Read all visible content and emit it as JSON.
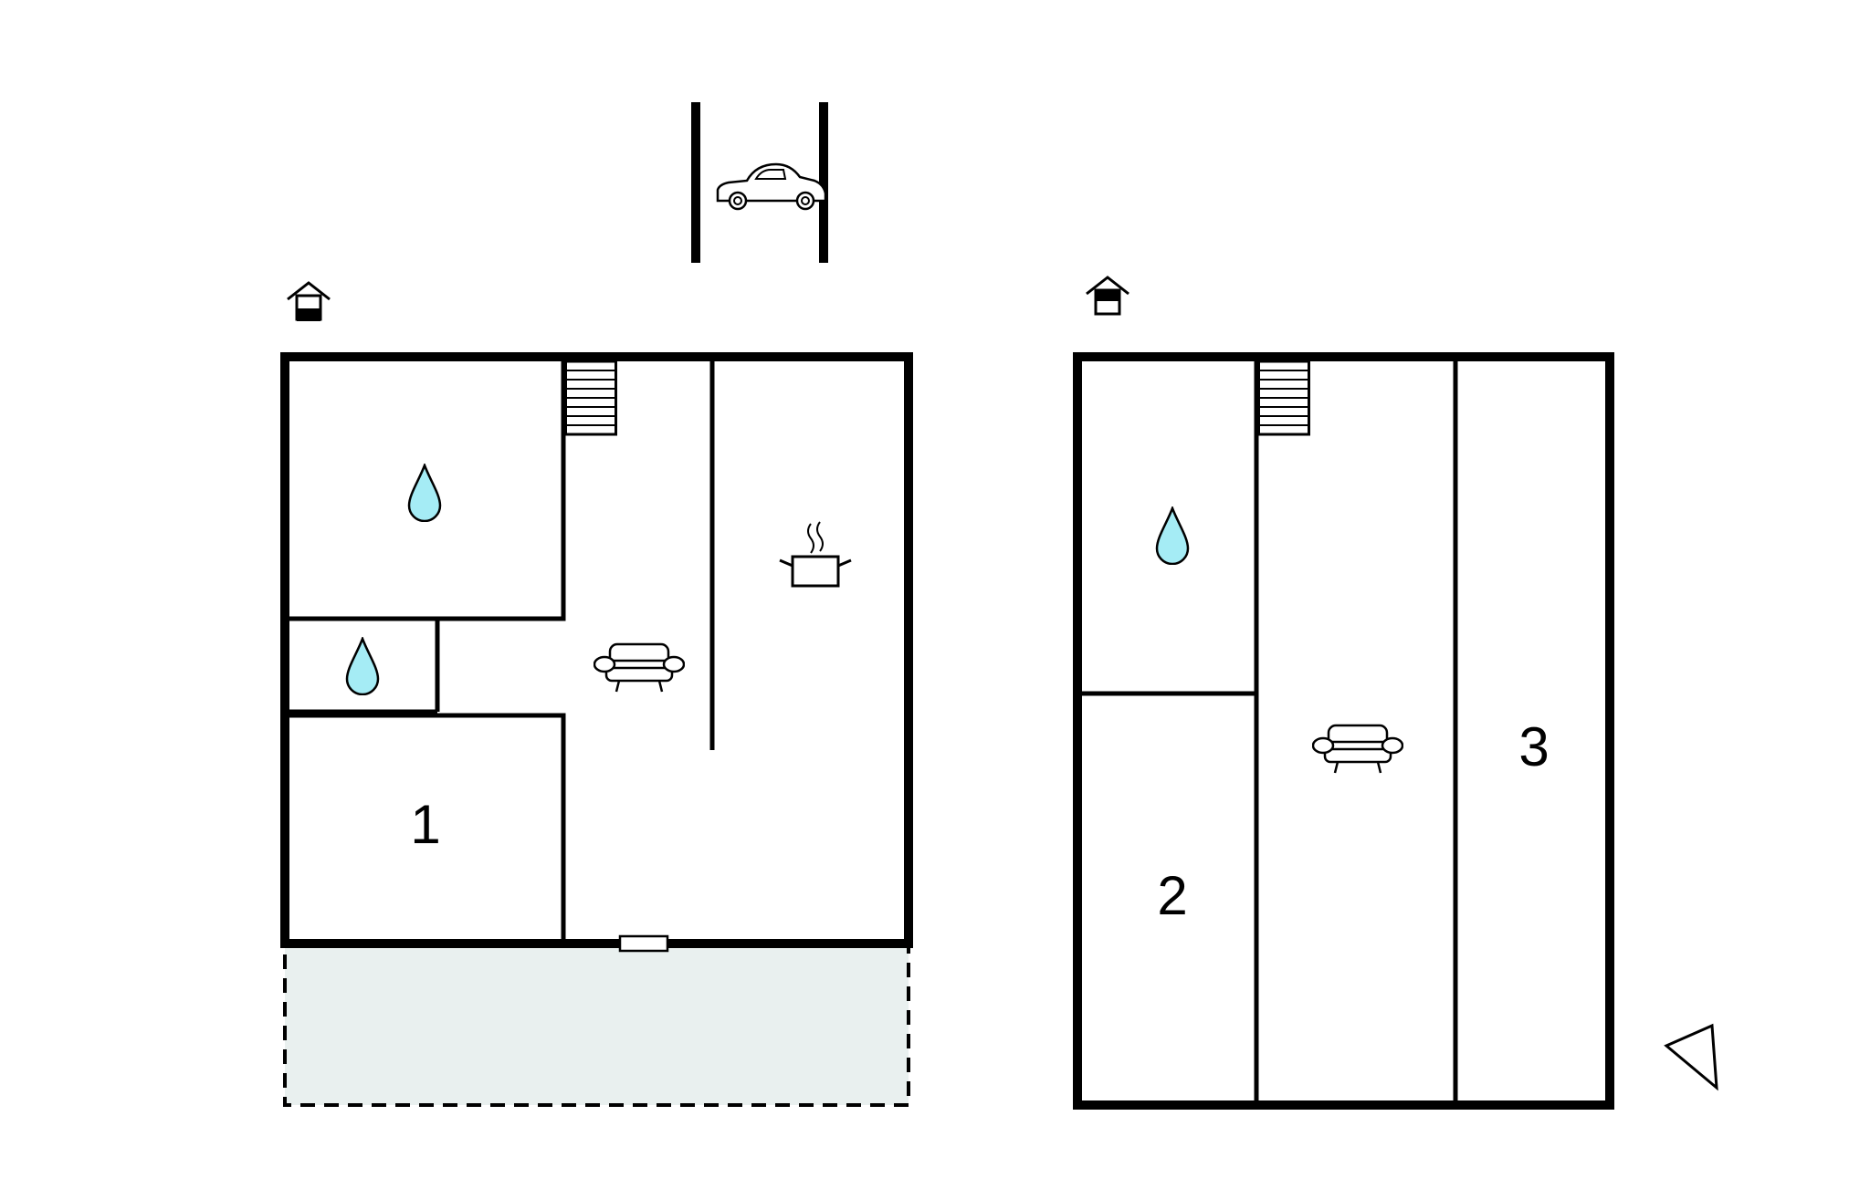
{
  "colors": {
    "wall": "#000000",
    "water_drop": "#a5ecf5",
    "terrace": "#e9f0ef",
    "background": "#ffffff"
  },
  "icons": [
    "parking-icon",
    "car-icon",
    "floor-level-icon",
    "staircase-icon",
    "water-drop-icon",
    "sofa-icon",
    "cooking-pot-icon",
    "door-icon",
    "north-arrow-icon"
  ],
  "floors": [
    {
      "floor_icon": "ground-floor-icon",
      "rooms": [
        {
          "id": "bathroom-large",
          "icon": "water-drop-icon"
        },
        {
          "id": "bathroom-small",
          "icon": "water-drop-icon"
        },
        {
          "id": "bedroom-1",
          "label": "1"
        },
        {
          "id": "living-room",
          "icon": "sofa-icon"
        },
        {
          "id": "kitchen",
          "icon": "cooking-pot-icon"
        },
        {
          "id": "terrace",
          "icon": ""
        }
      ]
    },
    {
      "floor_icon": "upper-floor-icon",
      "rooms": [
        {
          "id": "bathroom",
          "icon": "water-drop-icon"
        },
        {
          "id": "bedroom-2",
          "label": "2"
        },
        {
          "id": "living-room",
          "icon": "sofa-icon"
        },
        {
          "id": "bedroom-3",
          "label": "3"
        }
      ]
    }
  ]
}
